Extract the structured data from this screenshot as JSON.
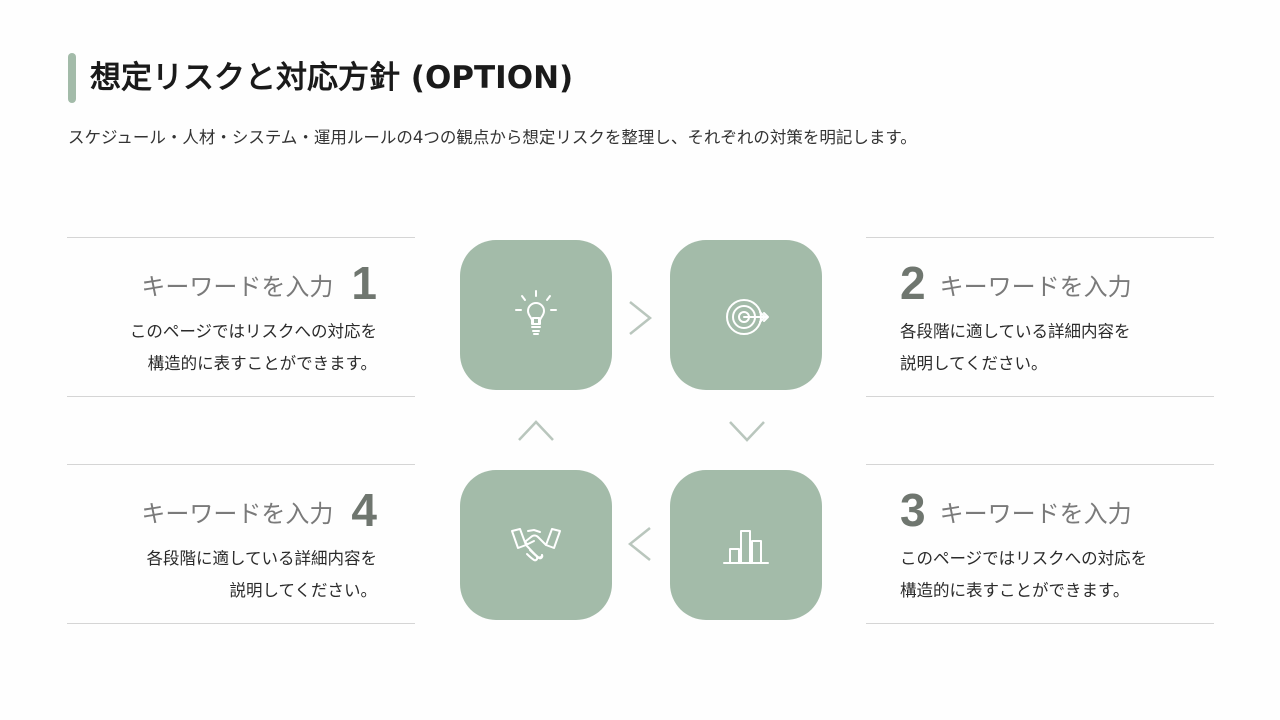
{
  "title": "想定リスクと対応方針 (OPTION)",
  "subtitle": "スケジュール・人材・システム・運用ルールの4つの観点から想定リスクを整理し、それぞれの対策を明記します。",
  "colors": {
    "accent": "#a3bba9",
    "number": "#6f766f",
    "keyword": "#7a7a7a",
    "divider": "#d5d5d5",
    "arrow": "#b9c6bd"
  },
  "cards": [
    {
      "number": "1",
      "keyword": "キーワードを入力",
      "lines": [
        "このページではリスクへの対応を",
        "構造的に表すことができます。"
      ],
      "icon": "lightbulb-icon"
    },
    {
      "number": "2",
      "keyword": "キーワードを入力",
      "lines": [
        "各段階に適している詳細内容を",
        "説明してください。"
      ],
      "icon": "target-icon"
    },
    {
      "number": "3",
      "keyword": "キーワードを入力",
      "lines": [
        "このページではリスクへの対応を",
        "構造的に表すことができます。"
      ],
      "icon": "bar-chart-icon"
    },
    {
      "number": "4",
      "keyword": "キーワードを入力",
      "lines": [
        "各段階に適している詳細内容を",
        "説明してください。"
      ],
      "icon": "handshake-icon"
    }
  ],
  "arrows": [
    "chevron-right-icon",
    "chevron-down-icon",
    "chevron-left-icon",
    "chevron-up-icon"
  ]
}
